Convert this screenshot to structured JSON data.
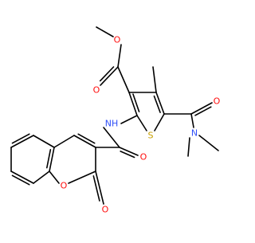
{
  "colors": {
    "bond": "#000000",
    "oxygen": "#ff0d0d",
    "nitrogen": "#3050f8",
    "sulfur": "#c8a000",
    "background": "#ffffff"
  },
  "atoms": {
    "ester_carbonyl_o": "O",
    "ester_ether_o": "O",
    "amide_right_o": "O",
    "amide_right_n": "N",
    "ring_sulfur": "S",
    "amide_nh": "NH",
    "amide_left_o": "O",
    "pyran_o": "O",
    "lactone_o": "O"
  }
}
